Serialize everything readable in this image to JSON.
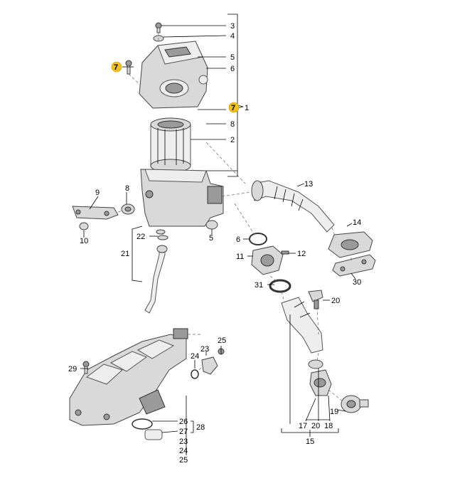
{
  "callouts": {
    "c3": "3",
    "c4": "4",
    "c5a": "5",
    "c6a": "6",
    "c7a": "7",
    "c7b": "7",
    "c1": "1",
    "c8a": "8",
    "c2": "2",
    "c13": "13",
    "c9": "9",
    "c8b": "8",
    "c10": "10",
    "c22": "22",
    "c21": "21",
    "c5b": "5",
    "c6b": "6",
    "c11": "11",
    "c12": "12",
    "c14": "14",
    "c30": "30",
    "c31": "31",
    "c20a": "20",
    "c25a": "25",
    "c23a": "23",
    "c24a": "24",
    "c29": "29",
    "c26": "26",
    "c27": "27",
    "c28": "28",
    "c23b": "23",
    "c24b": "24",
    "c25b": "25",
    "c17": "17",
    "c20b": "20",
    "c18": "18",
    "c19": "19",
    "c15": "15"
  },
  "colors": {
    "highlight": "#f2c21b"
  }
}
